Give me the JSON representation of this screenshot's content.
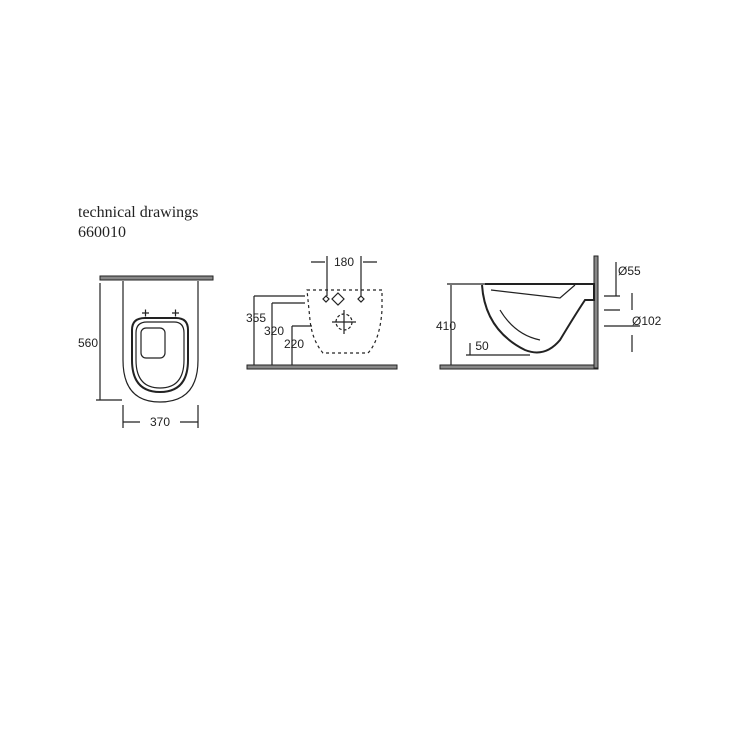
{
  "header": {
    "title": "technical drawings",
    "model": "660010"
  },
  "top_view": {
    "depth": "560",
    "width": "370"
  },
  "back_view": {
    "spacing": "180",
    "h1": "355",
    "h2": "320",
    "h3": "220"
  },
  "side_view": {
    "height": "410",
    "bottom": "50",
    "d1": "Ø55",
    "d2": "Ø102"
  }
}
